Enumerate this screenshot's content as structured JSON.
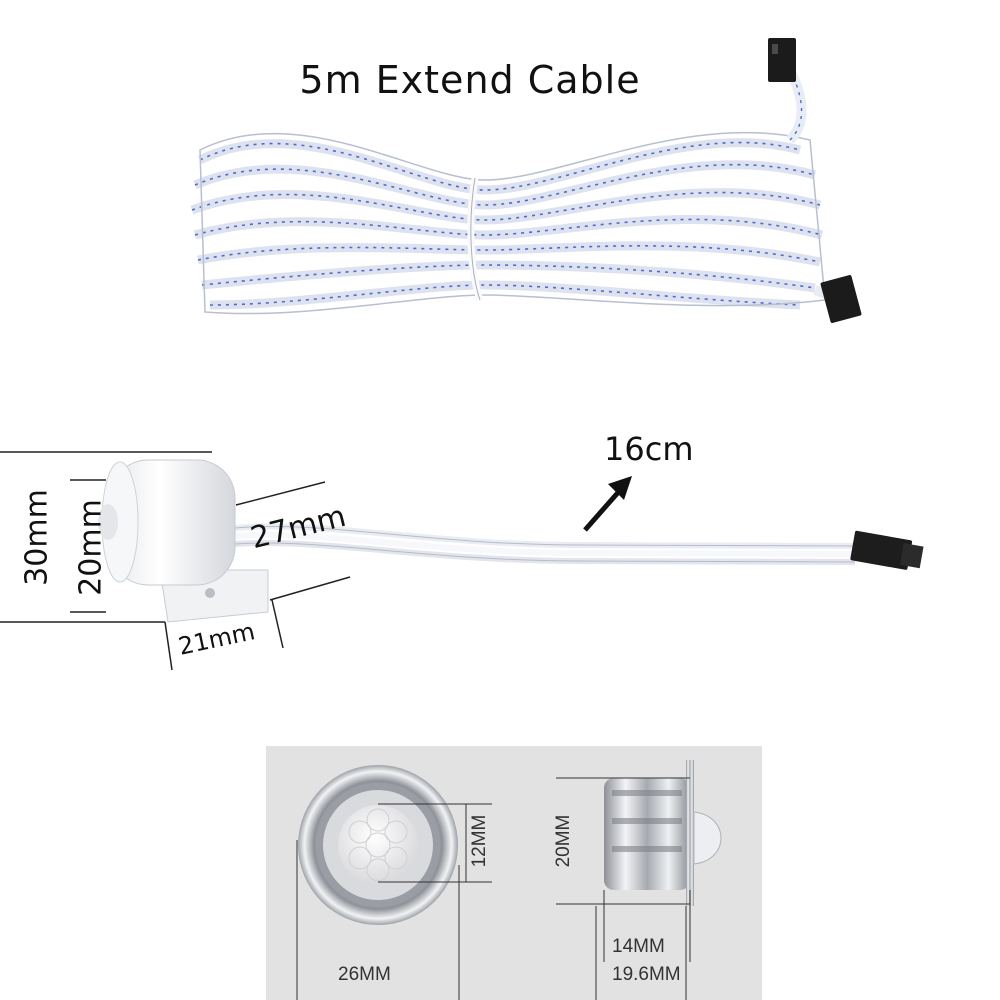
{
  "cable": {
    "title": "5m Extend Cable"
  },
  "sensor_side": {
    "height_outer": "30mm",
    "height_inner": "20mm",
    "depth": "27mm",
    "width": "21mm",
    "lead_length": "16cm"
  },
  "sensor_recessed": {
    "lens": "12MM",
    "face_diameter": "26MM",
    "body_height": "20MM",
    "body_width": "14MM",
    "flange_width": "19.6MM"
  },
  "colors": {
    "wire": "#f4f6fb",
    "stripe": "#3b5fc4",
    "connector": "#1b1b1b",
    "chrome": "#c9ccd2"
  }
}
